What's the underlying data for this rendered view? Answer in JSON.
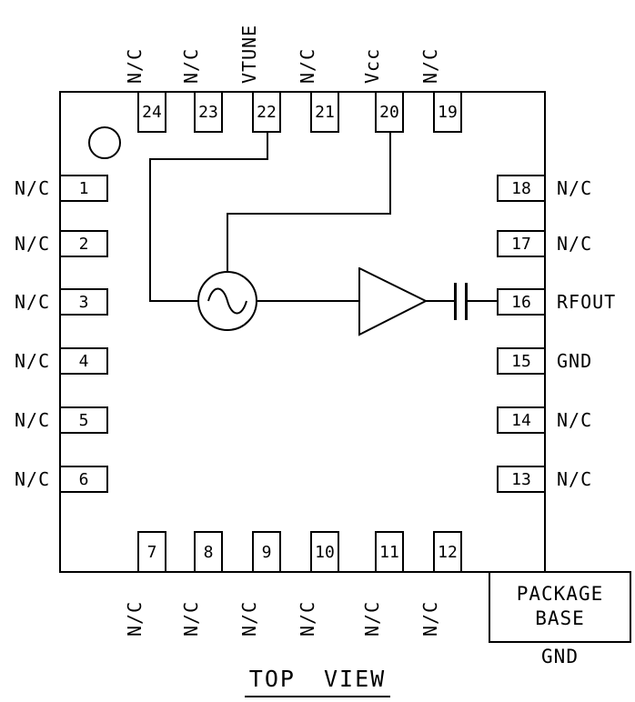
{
  "title": "TOP VIEW",
  "package": {
    "base_label_line1": "PACKAGE",
    "base_label_line2": "BASE",
    "base_ground_label": "GND"
  },
  "colors": {
    "line": "#000000",
    "background": "#ffffff"
  },
  "symbols": {
    "pin1_indicator": "circle-dot",
    "oscillator": "sine-wave-in-circle",
    "amplifier": "triangle-buffer",
    "output_coupling": "capacitor"
  },
  "pins": {
    "top": [
      {
        "number": "24",
        "label": "N/C"
      },
      {
        "number": "23",
        "label": "N/C"
      },
      {
        "number": "22",
        "label": "VTUNE"
      },
      {
        "number": "21",
        "label": "N/C"
      },
      {
        "number": "20",
        "label": "Vcc"
      },
      {
        "number": "19",
        "label": "N/C"
      }
    ],
    "right": [
      {
        "number": "18",
        "label": "N/C"
      },
      {
        "number": "17",
        "label": "N/C"
      },
      {
        "number": "16",
        "label": "RFOUT"
      },
      {
        "number": "15",
        "label": "GND"
      },
      {
        "number": "14",
        "label": "N/C"
      },
      {
        "number": "13",
        "label": "N/C"
      }
    ],
    "bottom": [
      {
        "number": "7",
        "label": "N/C"
      },
      {
        "number": "8",
        "label": "N/C"
      },
      {
        "number": "9",
        "label": "N/C"
      },
      {
        "number": "10",
        "label": "N/C"
      },
      {
        "number": "11",
        "label": "N/C"
      },
      {
        "number": "12",
        "label": "N/C"
      }
    ],
    "left": [
      {
        "number": "1",
        "label": "N/C"
      },
      {
        "number": "2",
        "label": "N/C"
      },
      {
        "number": "3",
        "label": "N/C"
      },
      {
        "number": "4",
        "label": "N/C"
      },
      {
        "number": "5",
        "label": "N/C"
      },
      {
        "number": "6",
        "label": "N/C"
      }
    ]
  }
}
